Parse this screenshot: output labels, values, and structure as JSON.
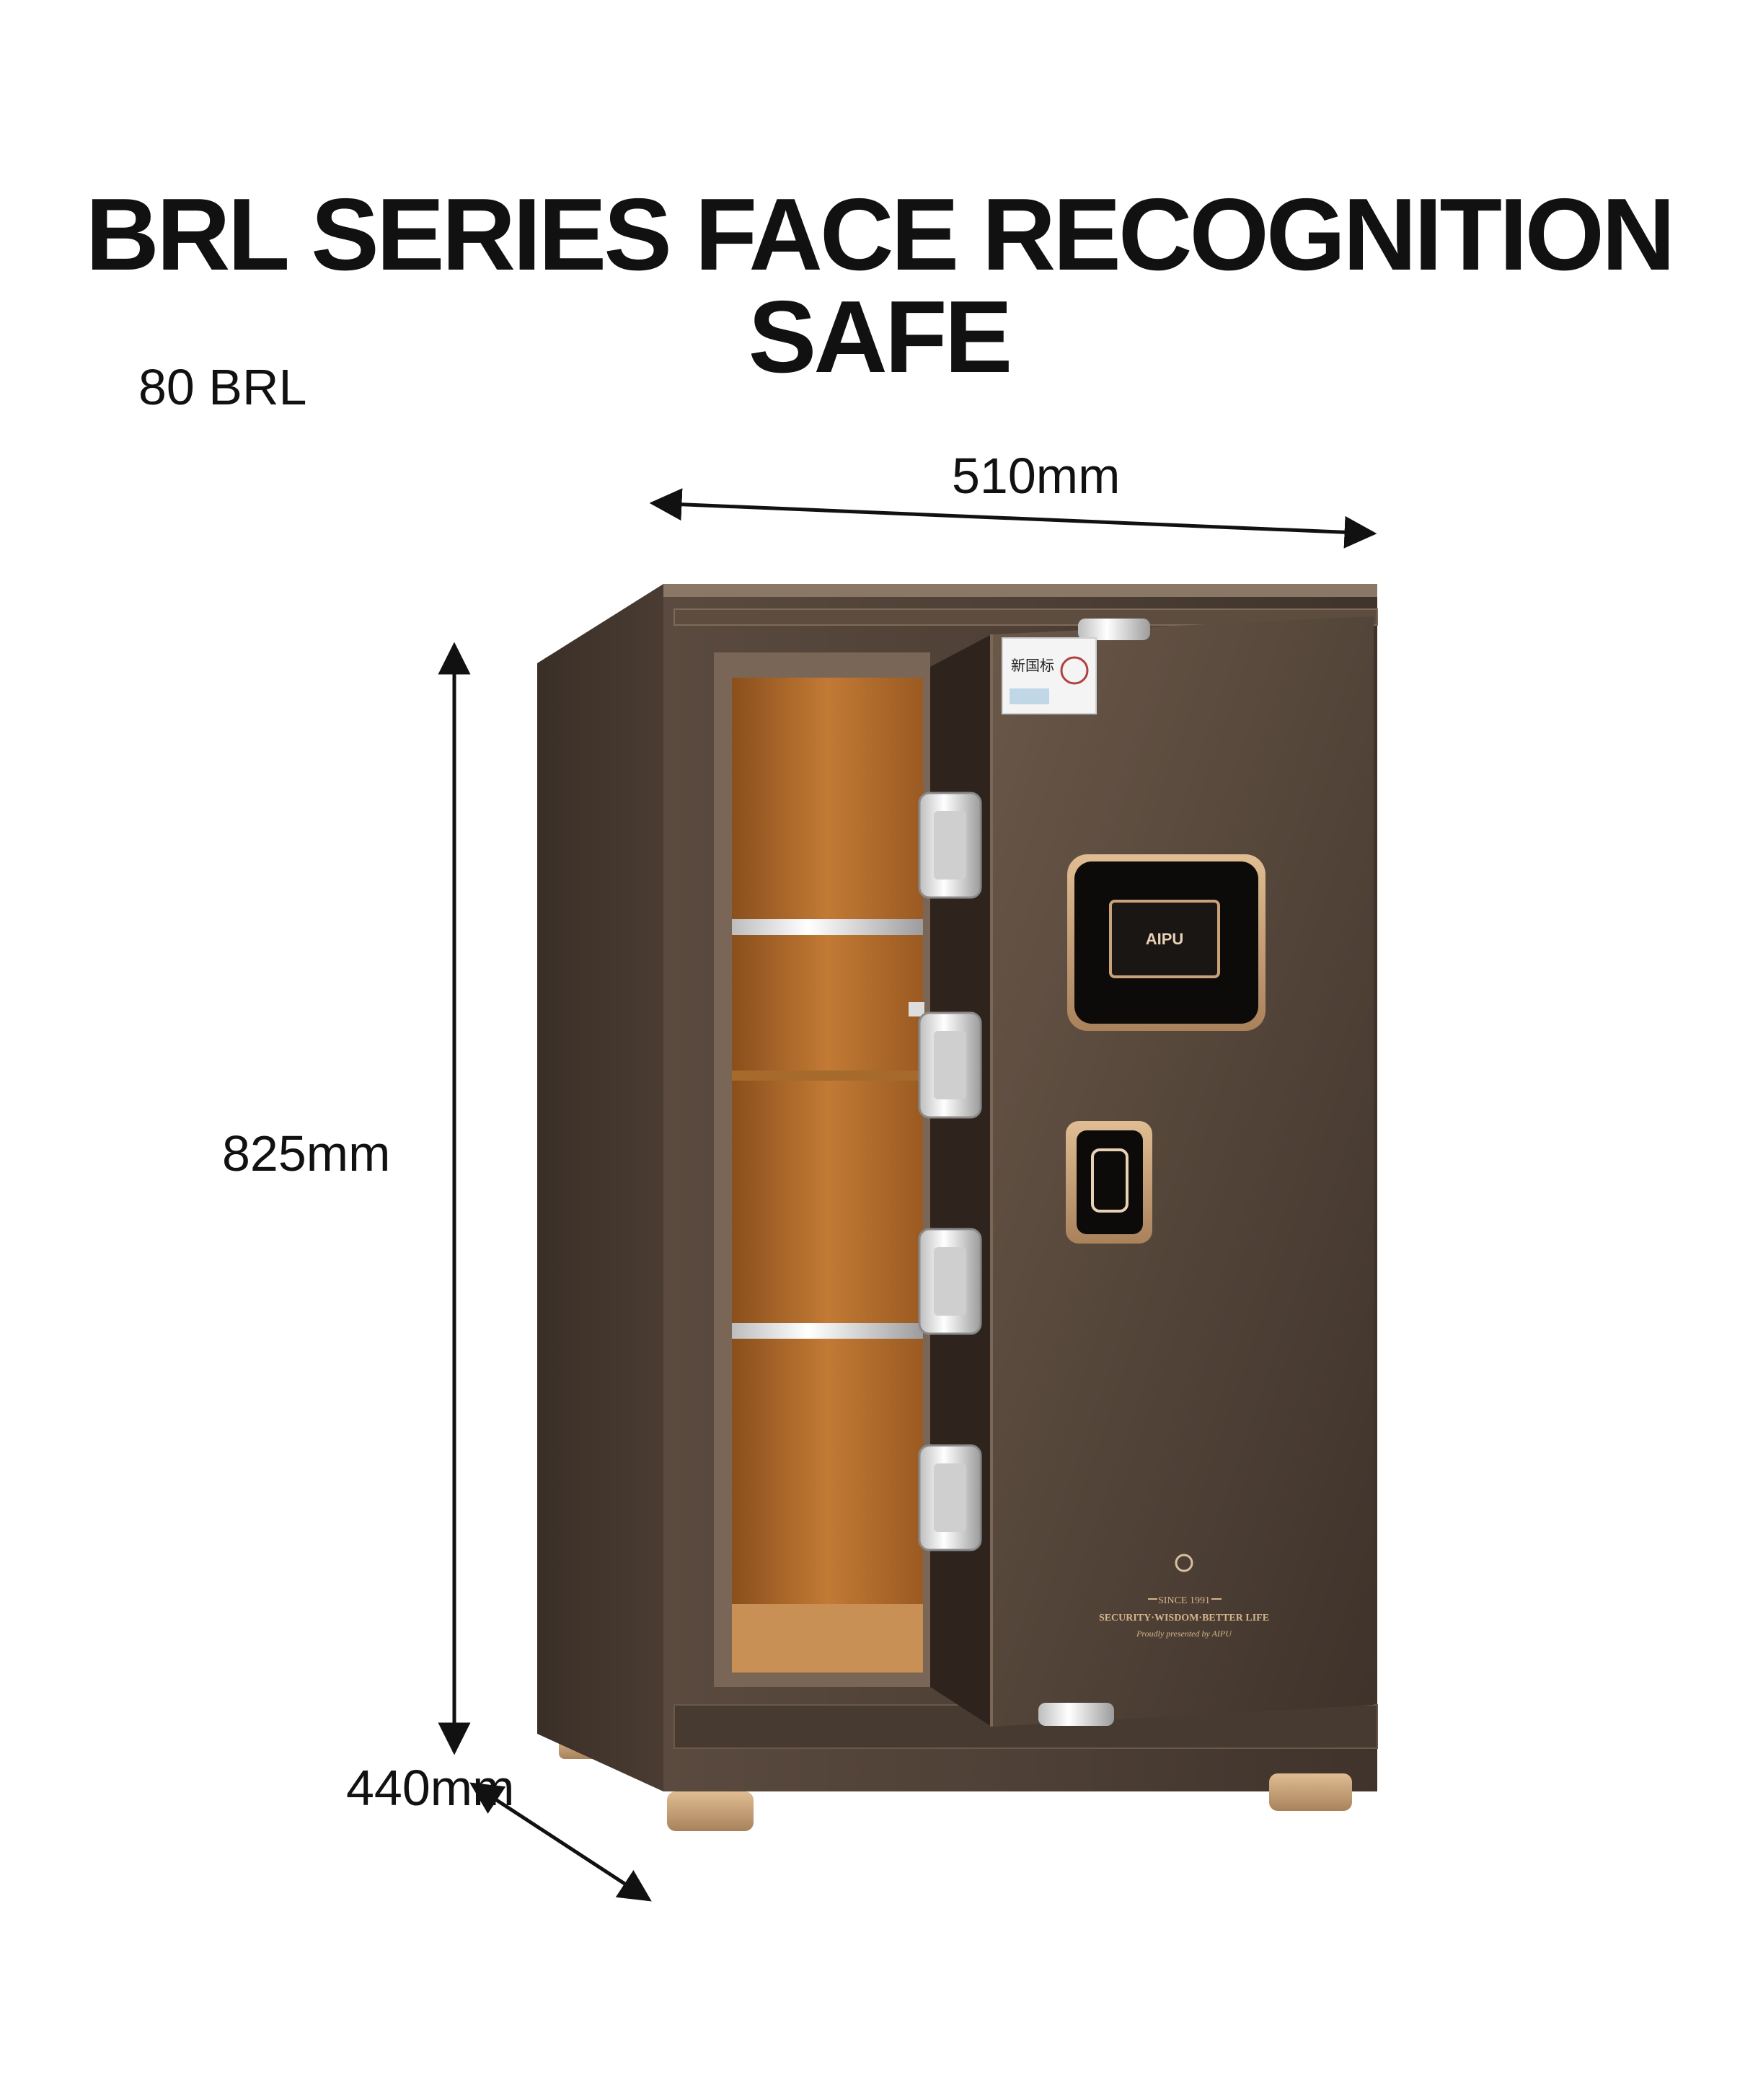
{
  "title": "BRL SERIES FACE RECOGNITION SAFE",
  "model": "80 BRL",
  "dimensions": {
    "width": "510mm",
    "height": "825mm",
    "depth": "440mm"
  },
  "safe": {
    "brand": "AIPU",
    "certification_label": "新国标",
    "motto_line1": "SINCE 1991",
    "motto_line2": "SECURITY·WISDOM·BETTER LIFE",
    "motto_line3": "Proudly presented by AIPU",
    "colors": {
      "body": "#4a3c32",
      "interior": "#b8742e",
      "trim": "#c9a27a",
      "chrome": "#e6e6e6"
    }
  }
}
